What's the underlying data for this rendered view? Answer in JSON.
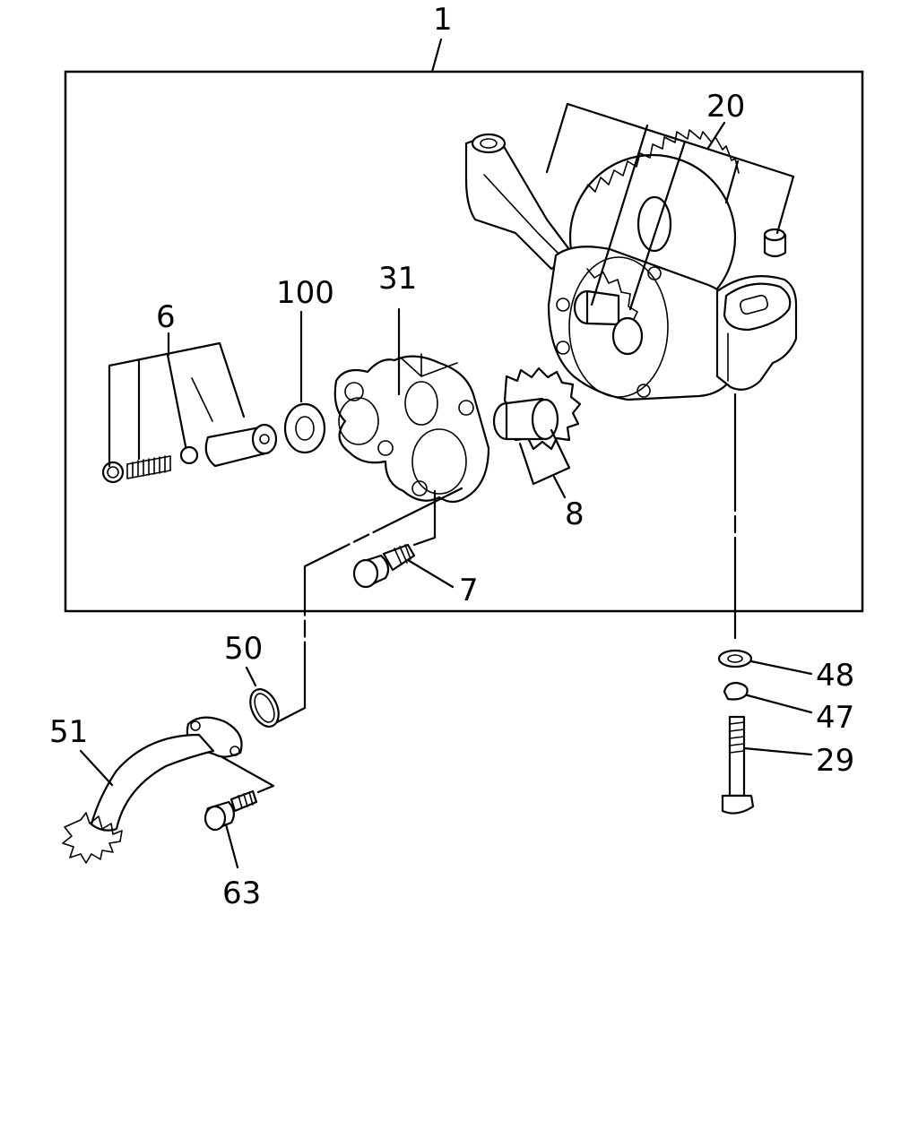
{
  "diagram": {
    "labels": {
      "assembly": "1",
      "p6": "6",
      "p7": "7",
      "p8": "8",
      "p20": "20",
      "p29": "29",
      "p31": "31",
      "p47": "47",
      "p48": "48",
      "p50": "50",
      "p51": "51",
      "p63": "63",
      "p100": "100"
    }
  }
}
